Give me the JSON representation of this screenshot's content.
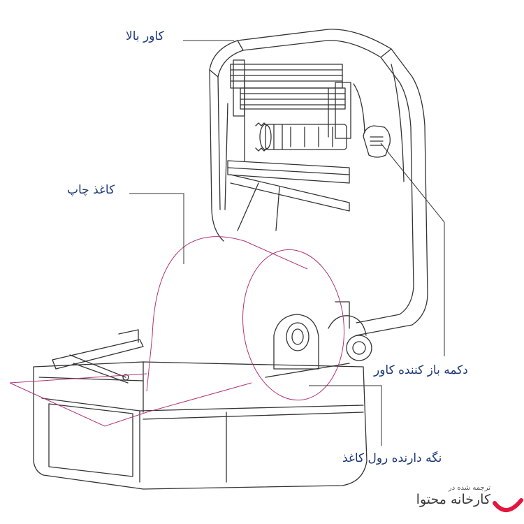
{
  "labels": {
    "top_cover": "کاور بالا",
    "print_paper": "کاغذ چاپ",
    "cover_release_button": "دکمه باز کننده کاور",
    "paper_roll_holder": "نگه دارنده رول کاغذ"
  },
  "brand": {
    "translated_in": "ترجمه شده در",
    "name": "کارخانه محتوا"
  },
  "colors": {
    "label_text": "#1e3a78",
    "line": "#333333",
    "paper": "#b0337a",
    "brand_accent": "#e3173e"
  }
}
